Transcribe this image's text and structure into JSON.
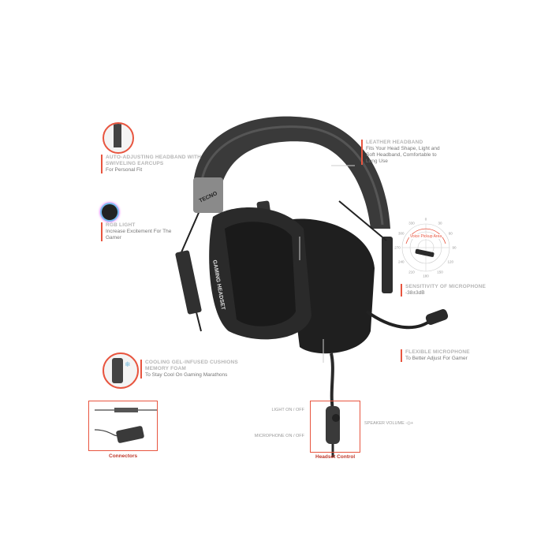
{
  "colors": {
    "accent": "#e8553f",
    "product": "#2b2b2b",
    "text": "#777777"
  },
  "features": [
    {
      "title": "Auto-adjusting headband with swiveling earcups",
      "desc": "For Personal Fit"
    },
    {
      "title": "RGB Light",
      "desc": "Increase Excitement For The Gamer"
    },
    {
      "title": "Leather Headband",
      "desc": "Fits Your Head Shape, Light and Soft Headband, Comfortable to Long Use"
    },
    {
      "title": "Sensitivity of microphone",
      "desc": "-38±3dB"
    },
    {
      "title": "Flexible microphone",
      "desc": "To Better Adjust For Gamer"
    },
    {
      "title": "Cooling gel-infused cushions memory foam",
      "desc": "To Stay Cool On Gaming Marathons"
    }
  ],
  "polar": {
    "label": "Voice Pickup Area",
    "angles": [
      "0",
      "30",
      "60",
      "90",
      "120",
      "150",
      "180",
      "210",
      "240",
      "270",
      "300",
      "330"
    ]
  },
  "brand": "TECNO",
  "earcup_text": "GAMING HEADSET",
  "connector": {
    "caption": "Connectors"
  },
  "control": {
    "caption": "Headset Control",
    "light": "Light On / Off",
    "mic": "Microphone On / Off",
    "volume": "Speaker Volume -◎+"
  }
}
